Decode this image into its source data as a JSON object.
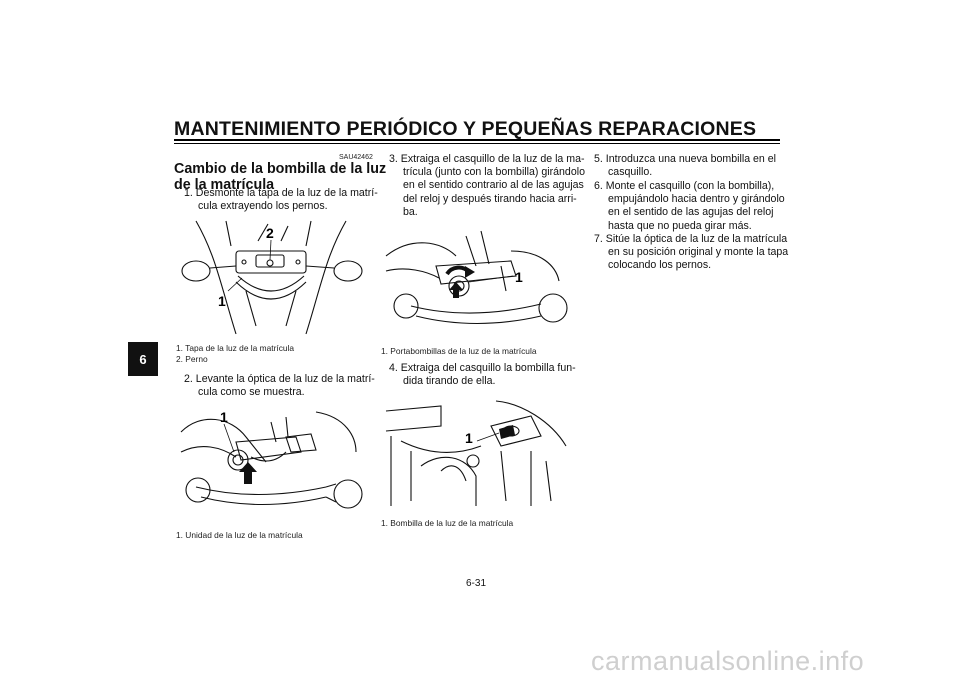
{
  "header": {
    "title": "MANTENIMIENTO PERIÓDICO Y PEQUEÑAS REPARACIONES"
  },
  "chapter_tab": "6",
  "section": {
    "code": "SAU42462",
    "title_line1": "Cambio de la bombilla de la luz",
    "title_line2": "de la matrícula"
  },
  "steps": [
    {
      "num": "1.",
      "lines": [
        "Desmonte la tapa de la luz de la matrí-",
        "cula extrayendo los pernos."
      ]
    },
    {
      "num": "2.",
      "lines": [
        "Levante la óptica de la luz de la matrí-",
        "cula como se muestra."
      ]
    },
    {
      "num": "3.",
      "lines": [
        "Extraiga el casquillo de la luz de la ma-",
        "trícula (junto con la bombilla) girándolo",
        "en el sentido contrario al de las agujas",
        "del reloj y después tirando hacia arri-",
        "ba."
      ]
    },
    {
      "num": "4.",
      "lines": [
        "Extraiga del casquillo la bombilla fun-",
        "dida tirando de ella."
      ]
    },
    {
      "num": "5.",
      "lines": [
        "Introduzca una nueva bombilla en el",
        "casquillo."
      ]
    },
    {
      "num": "6.",
      "lines": [
        "Monte el casquillo (con la bombilla),",
        "empujándolo hacia dentro y girándolo",
        "en el sentido de las agujas del reloj",
        "hasta que no pueda girar más."
      ]
    },
    {
      "num": "7.",
      "lines": [
        "Sitúe la óptica de la luz de la matrícula",
        "en su posición original y monte la tapa",
        "colocando los pernos."
      ]
    }
  ],
  "figures": [
    {
      "callouts": [
        "2",
        "1"
      ],
      "captions": [
        "1. Tapa de la luz de la matrícula",
        "2. Perno"
      ]
    },
    {
      "callouts": [
        "1"
      ],
      "captions": [
        "1. Unidad de la luz de la matrícula"
      ]
    },
    {
      "callouts": [
        "1"
      ],
      "captions": [
        "1. Portabombillas de la luz de la matrícula"
      ]
    },
    {
      "callouts": [
        "1"
      ],
      "captions": [
        "1. Bombilla de la luz de la matrícula"
      ]
    }
  ],
  "page_number": "6-31",
  "watermark": "carmanualsonline.info"
}
